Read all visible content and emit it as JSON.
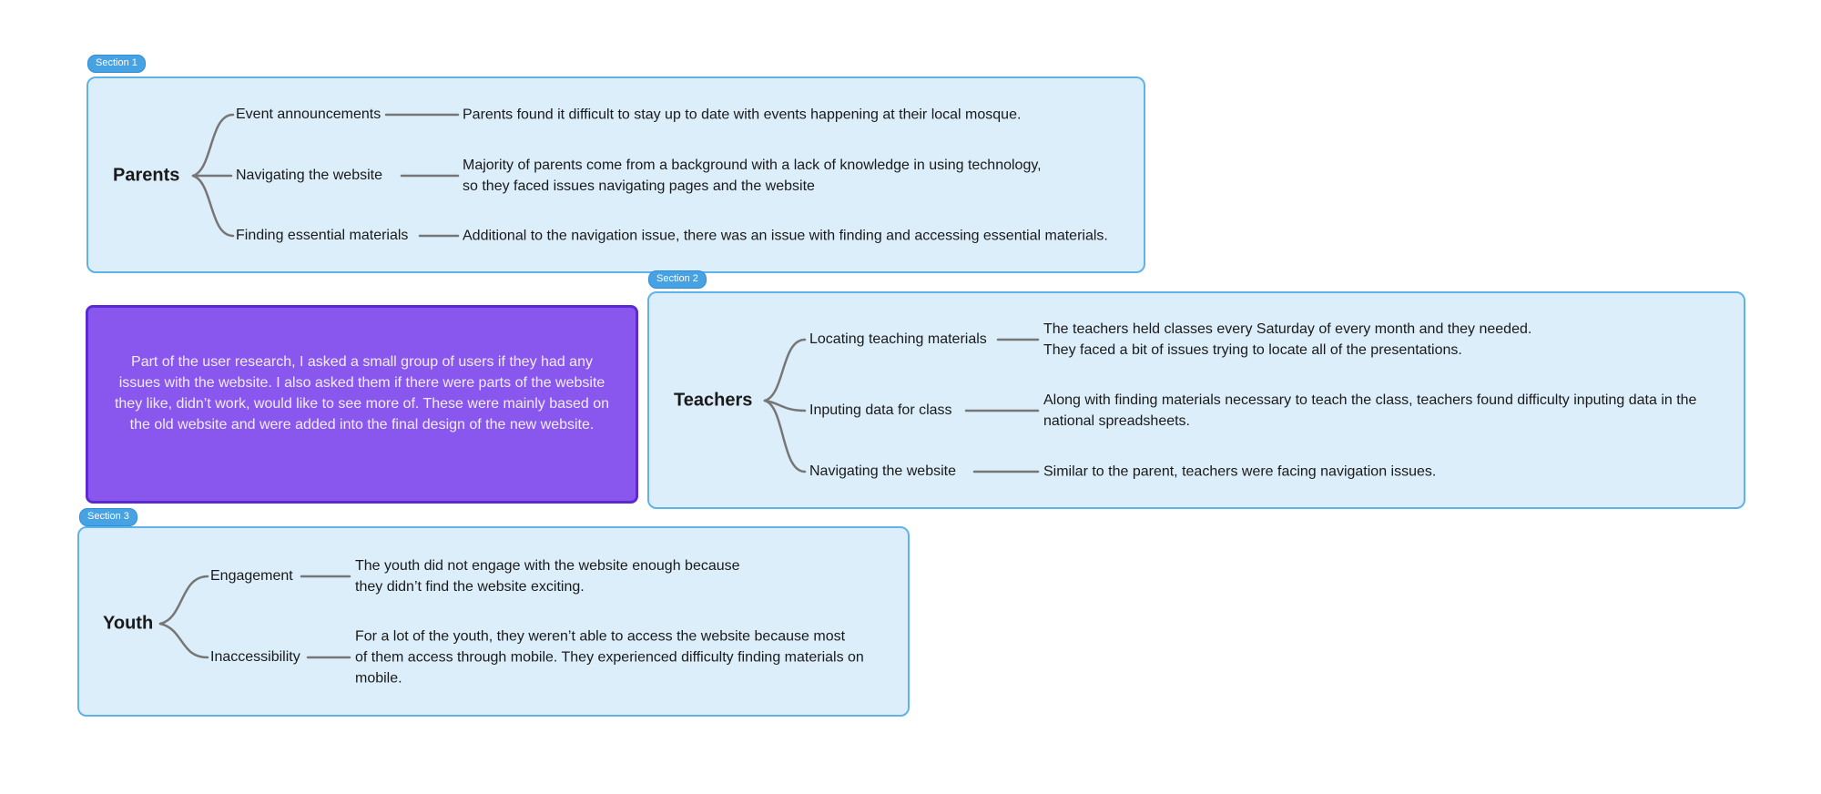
{
  "sections": [
    {
      "tag": "Section 1",
      "root": "Parents",
      "branches": [
        {
          "label": "Event announcements",
          "description": "Parents found it difficult to stay up to date with events happening at their local mosque."
        },
        {
          "label": "Navigating the website",
          "description": "Majority of parents come from a background with a lack of knowledge in using technology,\n so they faced issues navigating pages and the website"
        },
        {
          "label": "Finding essential materials",
          "description": "Additional to the navigation issue, there was an issue with finding and accessing essential materials."
        }
      ]
    },
    {
      "tag": "Section 2",
      "root": "Teachers",
      "branches": [
        {
          "label": "Locating teaching materials",
          "description": "The teachers held classes every Saturday of every month and they needed.\nThey faced a bit of issues trying to locate all of the presentations."
        },
        {
          "label": "Inputing data for class",
          "description": "Along with finding materials necessary to teach the class, teachers found difficulty inputing data in the\nnational spreadsheets."
        },
        {
          "label": "Navigating the website",
          "description": "Similar to the parent, teachers were facing navigation issues."
        }
      ]
    },
    {
      "tag": "Section 3",
      "root": "Youth",
      "branches": [
        {
          "label": "Engagement",
          "description": "The youth did not engage with the website enough because\nthey didn’t find the website exciting."
        },
        {
          "label": "Inaccessibility",
          "description": "For a lot of the youth, they weren’t able to access the website because most\nof them access through mobile. They experienced difficulty finding materials on\nmobile."
        }
      ]
    }
  ],
  "note": {
    "text": "Part of the user research, I asked a small group of users if they had any\nissues with the website. I also asked them if there were parts of the website\nthey like, didn’t work, would like to see more of. These were mainly based on\nthe old website and were added into the final design of the new website."
  },
  "colors": {
    "canvas_background": "#ffffff",
    "section_fill": "#dceefa",
    "section_border": "#5fb3e8",
    "section_tag_fill": "#47a2e4",
    "section_tag_text": "#ffffff",
    "note_fill": "#8a57ee",
    "note_border": "#5b2ad4",
    "note_text": "#f1ecfc",
    "diagram_text": "#1a1a1a",
    "connector_line": "#767676"
  }
}
